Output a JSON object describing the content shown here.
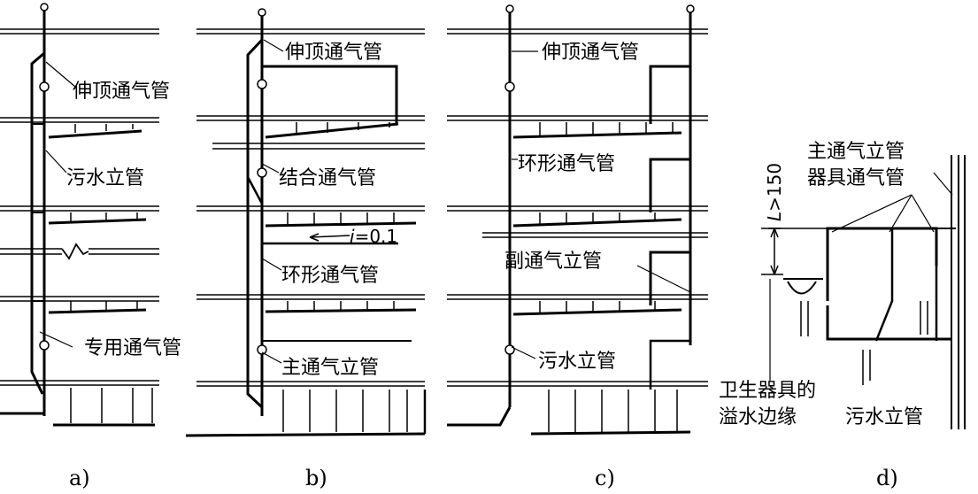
{
  "panels": {
    "a": {
      "caption": "a)",
      "labels": {
        "vent_stack": "伸顶通气管",
        "soil_stack": "污水立管",
        "dedicated_vent": "专用通气管"
      }
    },
    "b": {
      "caption": "b)",
      "labels": {
        "vent_stack": "伸顶通气管",
        "yoke_vent": "结合通气管",
        "slope_prefix": "i",
        "slope_value": "=0.1",
        "loop_vent": "环形通气管",
        "main_vent_stack": "主通气立管"
      }
    },
    "c": {
      "caption": "c)",
      "labels": {
        "vent_stack": "伸顶通气管",
        "loop_vent": "环形通气管",
        "secondary_vent_stack": "副通气立管",
        "soil_stack": "污水立管"
      }
    },
    "d": {
      "caption": "d)",
      "labels": {
        "main_vent_stack": "主通气立管",
        "fixture_vent": "器具通气管",
        "dimension_var": "L",
        "dimension_value": ">150",
        "fixture_rim_1": "卫生器具的",
        "fixture_rim_2": "溢水边缘",
        "soil_stack": "污水立管"
      }
    }
  }
}
